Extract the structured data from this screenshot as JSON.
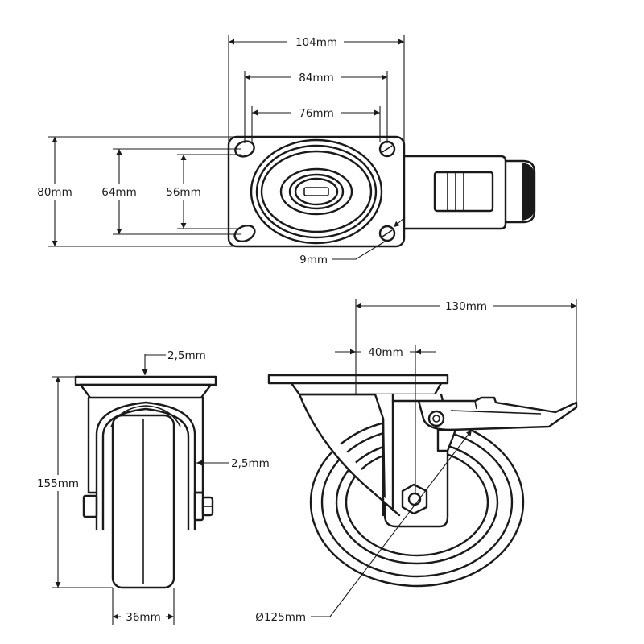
{
  "dimensions": {
    "plate_width": "104mm",
    "hole_spacing_outer": "84mm",
    "hole_spacing_inner": "76mm",
    "plate_height": "80mm",
    "hole_spacing_v_outer": "64mm",
    "hole_spacing_v_inner": "56mm",
    "hole_diameter": "9mm",
    "plate_thickness": "2,5mm",
    "fork_thickness": "2,5mm",
    "total_height": "155mm",
    "wheel_width": "36mm",
    "brake_length": "130mm",
    "swivel_offset": "40mm",
    "wheel_diameter": "Ø125mm"
  }
}
